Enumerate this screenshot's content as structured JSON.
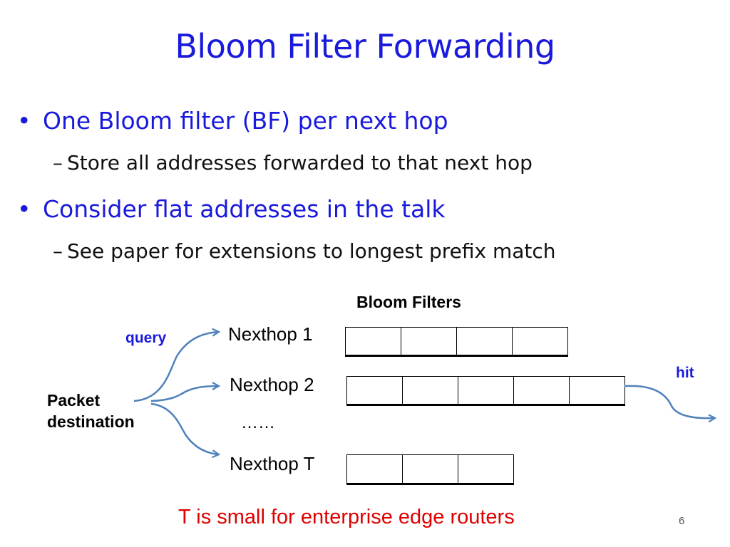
{
  "slide": {
    "title": "Bloom Filter Forwarding",
    "bullets": [
      {
        "text": "One Bloom filter (BF) per next hop",
        "sub": "Store all addresses forwarded to that next hop"
      },
      {
        "text": "Consider flat addresses in the talk",
        "sub": "See paper for extensions to longest prefix match"
      }
    ],
    "bullet_glyph": "•",
    "sub_glyph": "–",
    "page_number": "6"
  },
  "diagram": {
    "heading": "Bloom Filters",
    "source_label": "Packet destination",
    "query_label": "query",
    "hit_label": "hit",
    "ellipsis": "……",
    "filters": [
      {
        "label": "Nexthop 1",
        "cells": 4
      },
      {
        "label": "Nexthop 2",
        "cells": 5
      },
      {
        "label": "Nexthop T",
        "cells": 3
      }
    ],
    "footnote": "T is small for enterprise edge routers",
    "colors": {
      "title": "#1a1adc",
      "arrow": "#4f81bd",
      "footnote": "#e00000"
    }
  }
}
